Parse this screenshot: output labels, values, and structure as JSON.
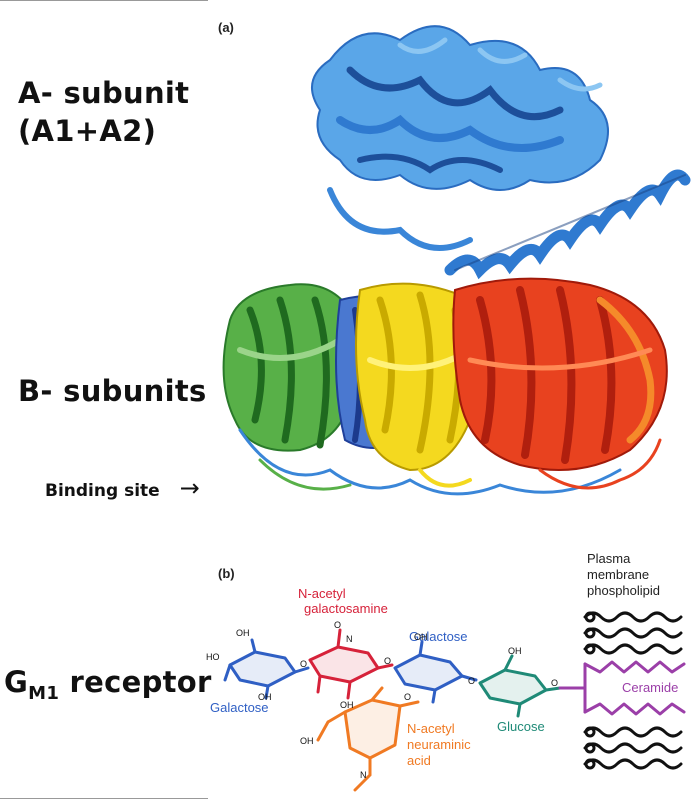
{
  "left_labels": {
    "a_subunit_line1": "A- subunit",
    "a_subunit_line2": "(A1+A2)",
    "b_subunits": "B- subunits",
    "binding_site": "Binding site",
    "binding_arrow": "→",
    "gm1_main": "G",
    "gm1_sub": "M1",
    "gm1_rest": " receptor"
  },
  "panel_a": {
    "tag": "(a)"
  },
  "panel_b": {
    "tag": "(b)",
    "n_acetyl_galactosamine_1": "N-acetyl",
    "n_acetyl_galactosamine_2": "galactosamine",
    "galactose_top": "Galactose",
    "galactose_left": "Galactose",
    "glucose": "Glucose",
    "n_acetyl_neuraminic_1": "N-acetyl",
    "n_acetyl_neuraminic_2": "neuraminic",
    "n_acetyl_neuraminic_3": "acid",
    "plasma_1": "Plasma",
    "plasma_2": "membrane",
    "plasma_3": "phospholipid",
    "ceramide": "Ceramide",
    "oh": "OH",
    "ho": "HO",
    "o": "O",
    "n": "N"
  },
  "colors": {
    "galactose": "#2f5fc4",
    "galnac": "#d6223a",
    "glucose": "#1f8a77",
    "neu": "#f07a23",
    "ceramide": "#9b3fa8",
    "protein_blue": "#3a86d8",
    "protein_green": "#3aa03a",
    "protein_yellow": "#f2d21a",
    "protein_red": "#e23a1e"
  }
}
